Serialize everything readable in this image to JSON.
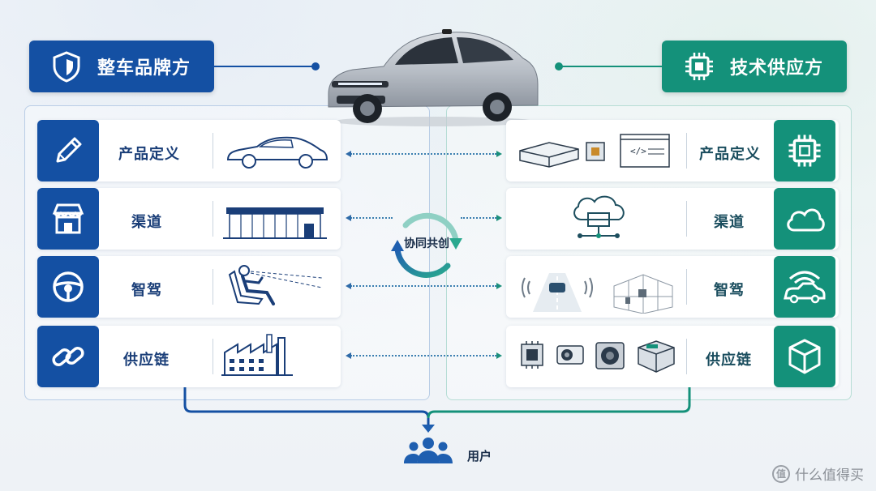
{
  "header": {
    "left_title": "整车品牌方",
    "right_title": "技术供应方"
  },
  "left_rows": [
    {
      "label": "产品定义",
      "icon": "pencil-icon",
      "illustration": "sedan-outline-icon"
    },
    {
      "label": "渠道",
      "icon": "storefront-icon",
      "illustration": "dealership-building-icon"
    },
    {
      "label": "智驾",
      "icon": "steering-wheel-icon",
      "illustration": "driver-seat-icon"
    },
    {
      "label": "供应链",
      "icon": "chain-link-icon",
      "illustration": "factory-icon"
    }
  ],
  "right_rows": [
    {
      "label": "产品定义",
      "icon": "chip-icon",
      "illustration": "hardware-software-icon"
    },
    {
      "label": "渠道",
      "icon": "cloud-icon",
      "illustration": "cloud-server-icon"
    },
    {
      "label": "智驾",
      "icon": "connected-car-icon",
      "illustration": "sensor-scene-icon"
    },
    {
      "label": "供应链",
      "icon": "box-icon",
      "illustration": "components-icon"
    }
  ],
  "center": {
    "cocreate_label": "协同共创"
  },
  "footer": {
    "user_label": "用户",
    "user_icon": "user-group-icon"
  },
  "watermark": {
    "text": "什么值得买",
    "badge": "值"
  },
  "colors": {
    "brand_blue": "#1450a3",
    "tech_green": "#14917a"
  }
}
